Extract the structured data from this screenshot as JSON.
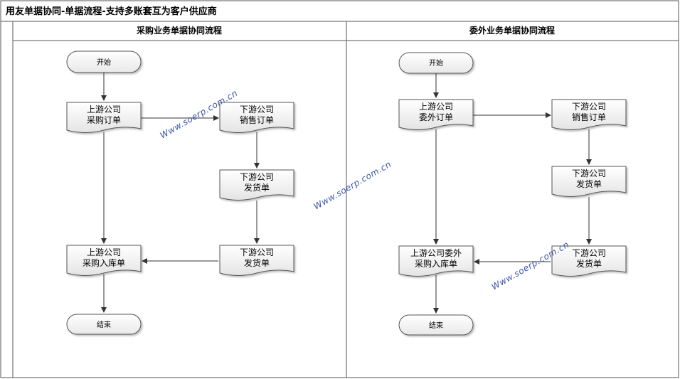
{
  "title": "用友单据协同-单据流程-支持多账套互为客户供应商",
  "watermark": "Www.soerp.com.cn",
  "lanes": [
    {
      "title": "采购业务单据协同流程",
      "start": "开始",
      "end": "结束",
      "nodes": [
        {
          "line1": "上游公司",
          "line2": "采购订单"
        },
        {
          "line1": "下游公司",
          "line2": "销售订单"
        },
        {
          "line1": "下游公司",
          "line2": "发货单"
        },
        {
          "line1": "上游公司",
          "line2": "采购入库单"
        },
        {
          "line1": "下游公司",
          "line2": "发货单"
        }
      ]
    },
    {
      "title": "委外业务单据协同流程",
      "start": "开始",
      "end": "结束",
      "nodes": [
        {
          "line1": "上游公司",
          "line2": "委外订单"
        },
        {
          "line1": "下游公司",
          "line2": "销售订单"
        },
        {
          "line1": "下游公司",
          "line2": "发货单"
        },
        {
          "line1": "上游公司委外",
          "line2": "采购入库单"
        },
        {
          "line1": "下游公司",
          "line2": "发货单"
        }
      ]
    }
  ],
  "colors": {
    "border": "#555555",
    "node_fill_top": "#ffffff",
    "node_fill_bottom": "#e6e6e6",
    "arrow": "#333333",
    "watermark": "#3a55a8"
  }
}
